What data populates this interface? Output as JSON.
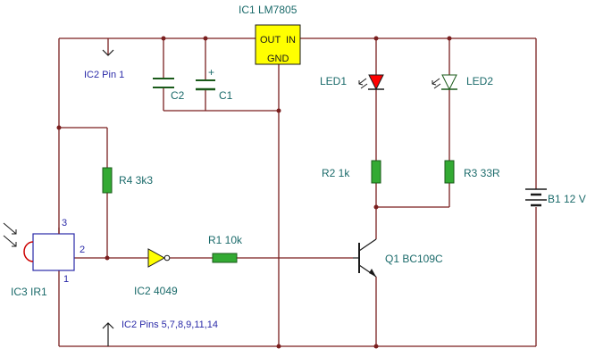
{
  "labels": {
    "ic1_title": "IC1  LM7805",
    "ic1_out": "OUT",
    "ic1_in": "IN",
    "ic1_gnd": "GND",
    "ic2_pin1": "IC2 Pin 1",
    "c2": "C2",
    "c1": "C1",
    "c1_plus": "+",
    "led1": "LED1",
    "led2": "LED2",
    "r2": "R2  1k",
    "r3": "R3  33R",
    "r4": "R4  3k3",
    "r1": "R1  10k",
    "b1": "B1  12 V",
    "q1": "Q1  BC109C",
    "ic2": "IC2  4049",
    "ic3": "IC3   IR1",
    "pin3": "3",
    "pin2": "2",
    "pin1": "1",
    "ic2_pins": "IC2 Pins 5,7,8,9,11,14"
  },
  "colors": {
    "wire": "#7a1f1f",
    "component": "#1a5a1a",
    "label": "#1a6a6a",
    "pin_label": "#2a2aa8",
    "ic1_fill": "#ffff00",
    "led1_fill": "#ff0000",
    "resistor_fill": "#33aa33",
    "buffer_fill": "#ffff00",
    "sensor_arc": "#cc0000"
  }
}
